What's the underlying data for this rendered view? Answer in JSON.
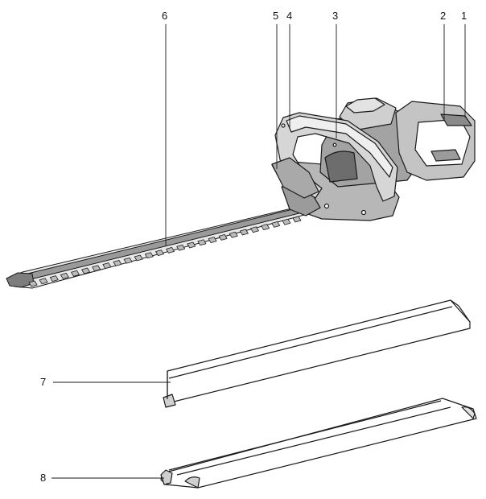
{
  "callouts": {
    "c1": "1",
    "c2": "2",
    "c3": "3",
    "c4": "4",
    "c5": "5",
    "c6": "6",
    "c7": "7",
    "c8": "8"
  },
  "colors": {
    "line": "#1a1a1a",
    "body_dark": "#8d8d8d",
    "body_mid": "#bdbdbd",
    "body_light": "#e6e6e6",
    "background": "#ffffff"
  }
}
